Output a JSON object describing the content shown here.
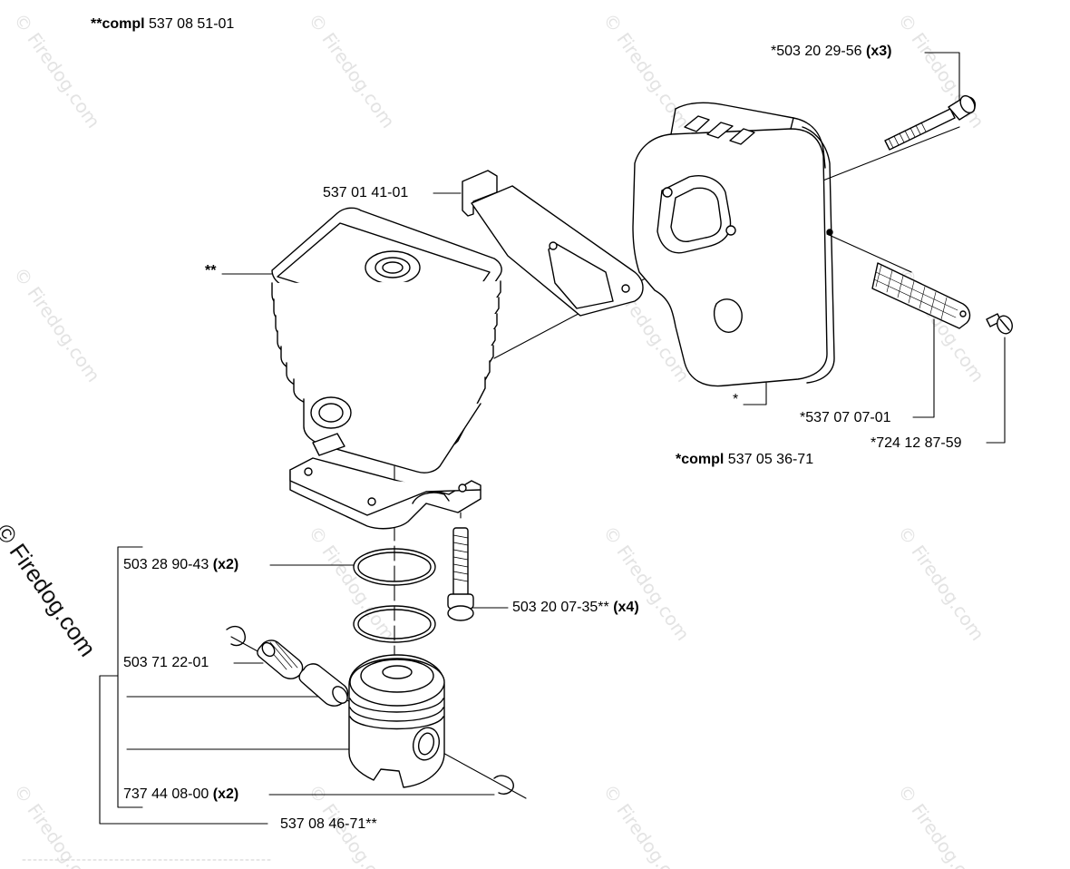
{
  "watermark": {
    "text": "© Firedog.com",
    "side_text": "© Firedog.com"
  },
  "labels": {
    "compl_cylinder": {
      "bold": "**compl",
      "text": " 537 08 51-01"
    },
    "bolt_top": {
      "text": "*503 20 29-56 ",
      "bold": "(x3)"
    },
    "gasket": {
      "text": "537 01 41-01"
    },
    "cylinder_marker": {
      "text": "**"
    },
    "muffler_marker": {
      "text": "*"
    },
    "spark_screen": {
      "text": "*537 07 07-01"
    },
    "screw": {
      "text": "*724 12 87-59"
    },
    "compl_muffler": {
      "bold": "*compl",
      "text": " 537 05 36-71"
    },
    "piston_ring": {
      "text": "503 28 90-43 ",
      "bold": "(x2)"
    },
    "cyl_bolt": {
      "text": "503 20 07-35** ",
      "bold": "(x4)"
    },
    "bearing": {
      "text": "503 71 22-01"
    },
    "circlip": {
      "text": "737 44 08-00 ",
      "bold": "(x2)"
    },
    "piston_kit": {
      "text": "537 08 46-71**"
    }
  }
}
